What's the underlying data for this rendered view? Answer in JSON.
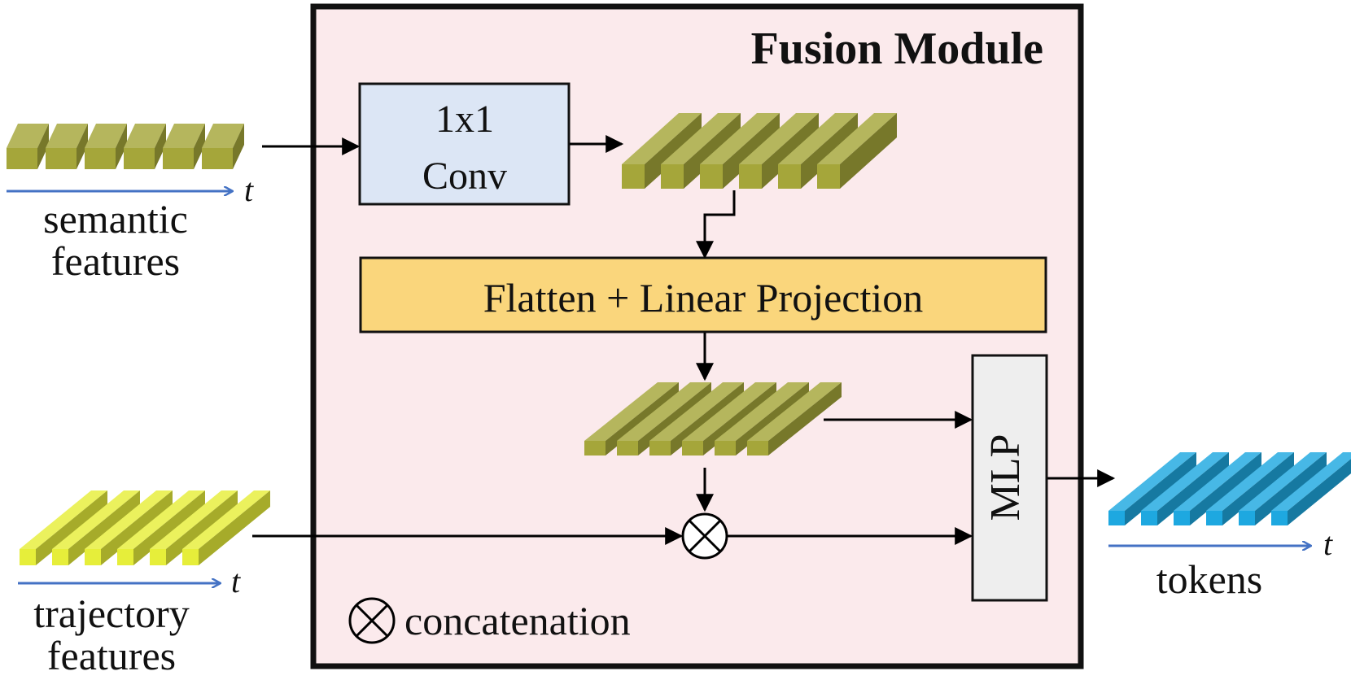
{
  "module": {
    "title": "Fusion Module",
    "legend_label": "concatenation"
  },
  "blocks": {
    "conv_line1": "1x1",
    "conv_line2": "Conv",
    "flatten": "Flatten + Linear Projection",
    "mlp": "MLP"
  },
  "inputs": {
    "semantic_line1": "semantic",
    "semantic_line2": "features",
    "trajectory_line1": "trajectory",
    "trajectory_line2": "features",
    "time_symbol": "t"
  },
  "output": {
    "label": "tokens",
    "time_symbol": "t"
  },
  "colors": {
    "module_bg": "#fbeaec",
    "conv_fill": "#dce6f5",
    "flatten_fill": "#fad67c",
    "mlp_fill": "#eeeeee",
    "semantic_token": "#a5a63a",
    "trajectory_token": "#e6ee3a",
    "output_token": "#1ea8e0",
    "time_arrow": "#4472c4"
  }
}
